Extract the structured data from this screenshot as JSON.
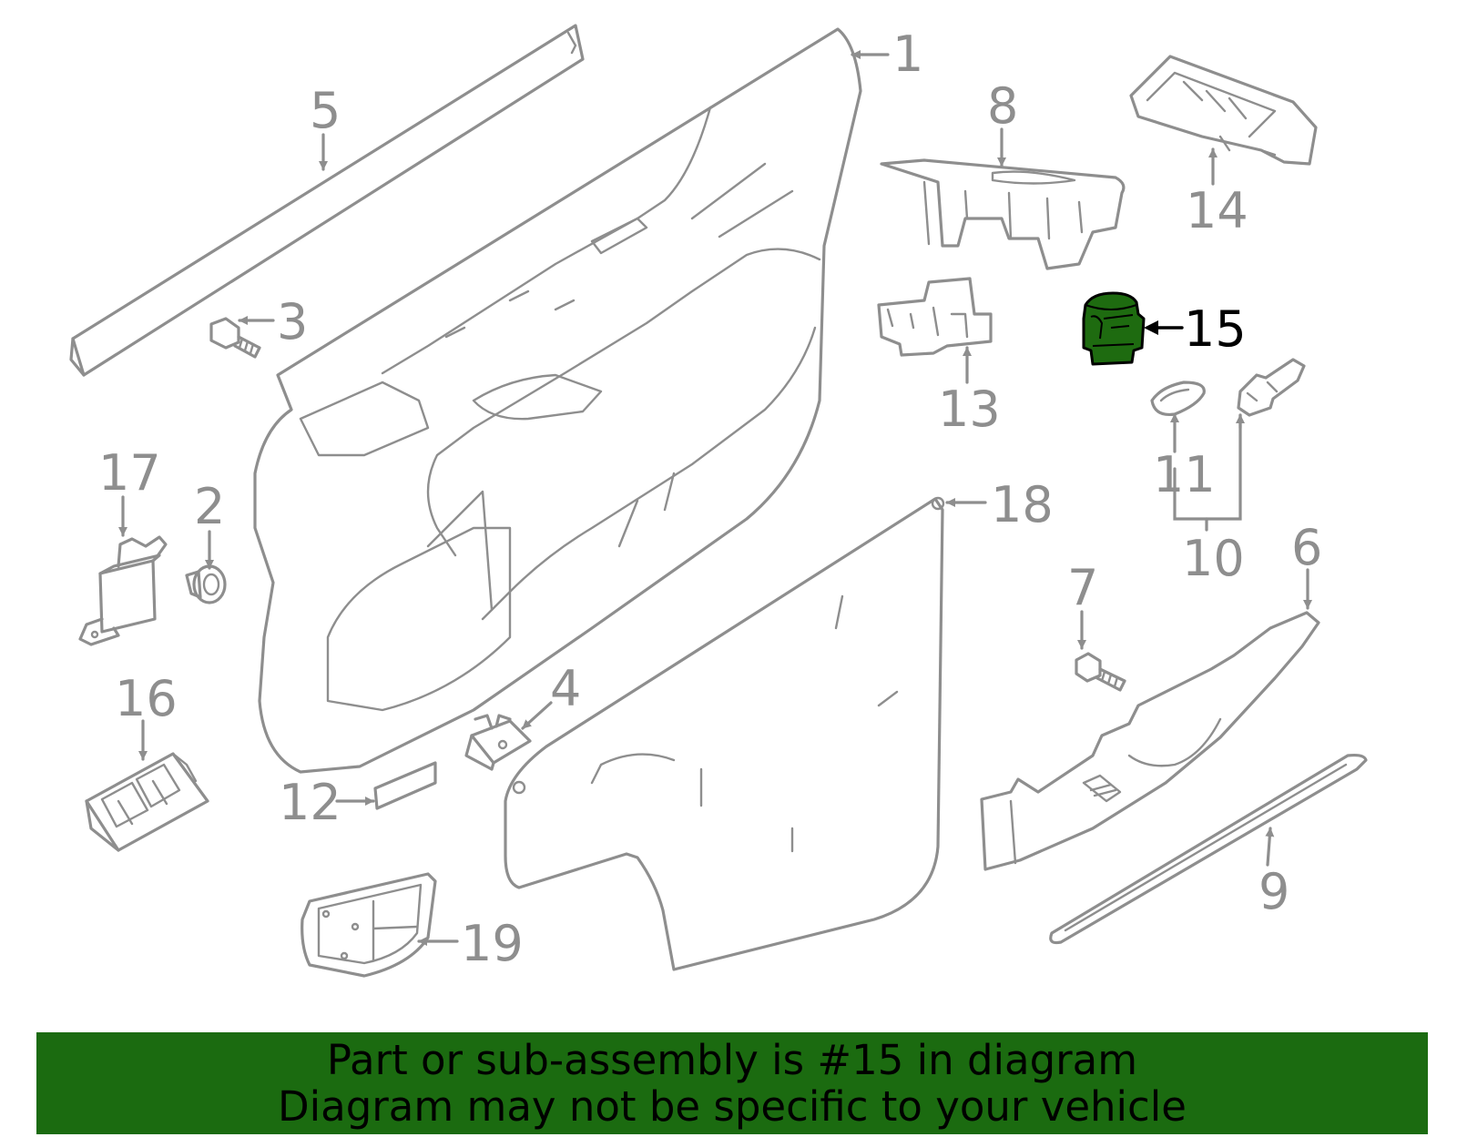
{
  "callouts": [
    {
      "id": "1",
      "label": "1",
      "highlighted": false
    },
    {
      "id": "2",
      "label": "2",
      "highlighted": false
    },
    {
      "id": "3",
      "label": "3",
      "highlighted": false
    },
    {
      "id": "4",
      "label": "4",
      "highlighted": false
    },
    {
      "id": "5",
      "label": "5",
      "highlighted": false
    },
    {
      "id": "6",
      "label": "6",
      "highlighted": false
    },
    {
      "id": "7",
      "label": "7",
      "highlighted": false
    },
    {
      "id": "8",
      "label": "8",
      "highlighted": false
    },
    {
      "id": "9",
      "label": "9",
      "highlighted": false
    },
    {
      "id": "10",
      "label": "10",
      "highlighted": false
    },
    {
      "id": "11",
      "label": "11",
      "highlighted": false
    },
    {
      "id": "12",
      "label": "12",
      "highlighted": false
    },
    {
      "id": "13",
      "label": "13",
      "highlighted": false
    },
    {
      "id": "14",
      "label": "14",
      "highlighted": false
    },
    {
      "id": "15",
      "label": "15",
      "highlighted": true
    },
    {
      "id": "16",
      "label": "16",
      "highlighted": false
    },
    {
      "id": "17",
      "label": "17",
      "highlighted": false
    },
    {
      "id": "18",
      "label": "18",
      "highlighted": false
    },
    {
      "id": "19",
      "label": "19",
      "highlighted": false
    }
  ],
  "banner": {
    "line1": "Part or sub-assembly is #15 in diagram",
    "line2": "Diagram may not be specific to your vehicle"
  },
  "colors": {
    "line_art": "#8e8e8e",
    "highlight_part": "#1e6b10",
    "banner_background": "#1b6b10",
    "banner_text": "#000000"
  }
}
